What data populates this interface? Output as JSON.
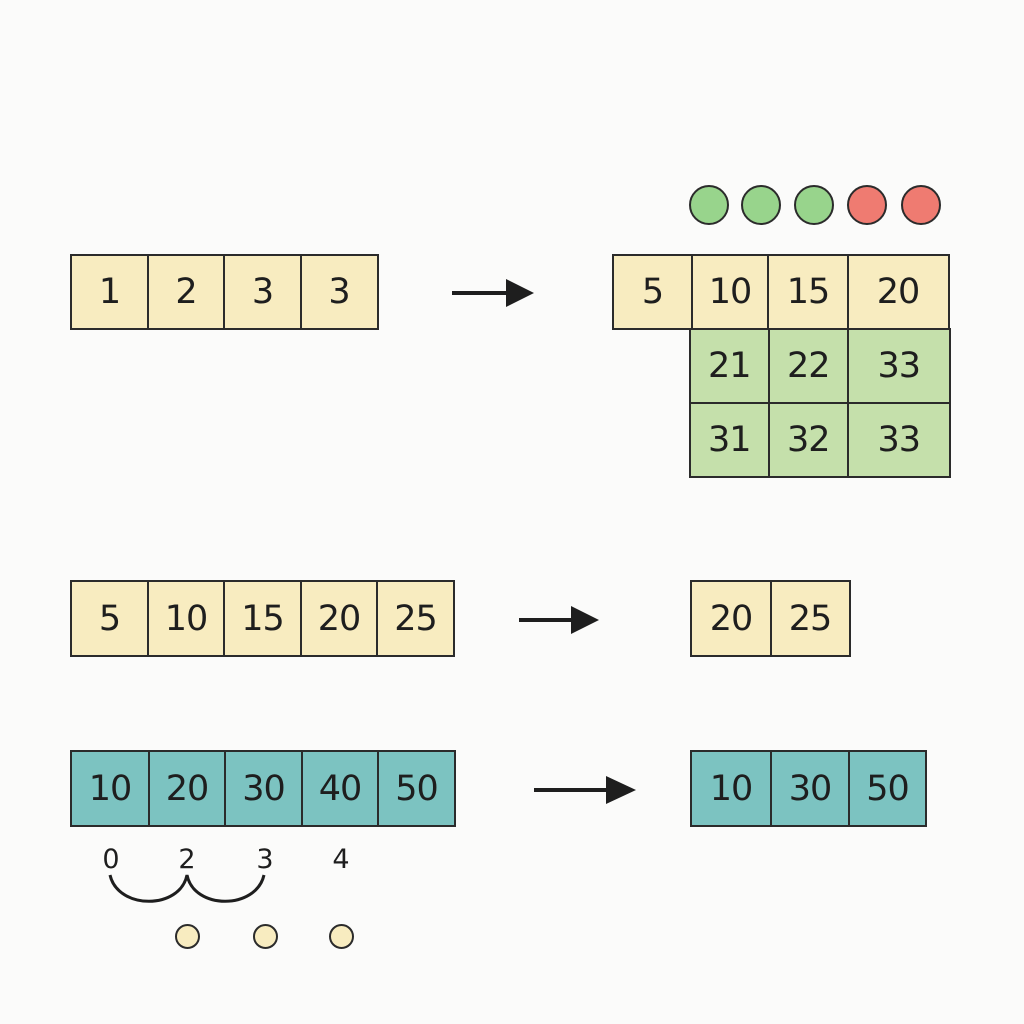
{
  "row1": {
    "input": [
      "1",
      "2",
      "3",
      "3"
    ],
    "output_top": [
      "5",
      "10",
      "15",
      "20"
    ],
    "output_grid": [
      "21",
      "22",
      "33",
      "31",
      "32",
      "33"
    ],
    "dots": [
      "#98d48c",
      "#98d48c",
      "#98d48c",
      "#ef7b71",
      "#ef7b71"
    ]
  },
  "row2": {
    "input": [
      "5",
      "10",
      "15",
      "20",
      "25"
    ],
    "output": [
      "20",
      "25"
    ]
  },
  "row3": {
    "input": [
      "10",
      "20",
      "30",
      "40",
      "50"
    ],
    "output": [
      "10",
      "30",
      "50"
    ],
    "indices": [
      "0",
      "2",
      "3",
      "4"
    ],
    "dot_color": "#f8ecc0"
  },
  "colors": {
    "yellow": "#f8ecc0",
    "green": "#c5e0ab",
    "teal": "#7cc3c1",
    "arrow": "#1e1e1e"
  }
}
